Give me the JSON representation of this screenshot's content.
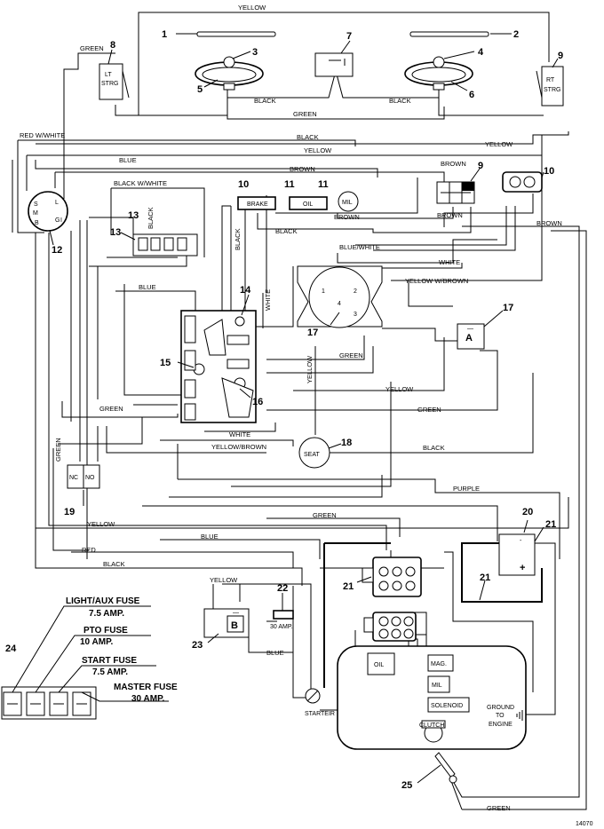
{
  "wire_labels": {
    "yellow_top": "YELLOW",
    "green_left": "GREEN",
    "black_left": "BLACK",
    "black_right": "BLACK",
    "green_mid": "GREEN",
    "red_white": "RED W/WHITE",
    "black_2": "BLACK",
    "yellow_2": "YELLOW",
    "yellow_3": "YELLOW",
    "blue_1": "BLUE",
    "brown_1": "BROWN",
    "brown_2": "BROWN",
    "brown_3": "BROWN",
    "brown_4": "BROWN",
    "brown_5": "BROWN",
    "black_white": "BLACK W/WHITE",
    "black_v1": "BLACK",
    "black_v2": "BLACK",
    "black_3": "BLACK",
    "blue_white": "BLUE/WHITE",
    "white_1": "WHITE",
    "yellow_brown": "YELLOW W/BROWN",
    "blue_2": "BLUE",
    "white_v": "WHITE",
    "green_3": "GREEN",
    "yellow_v": "YELLOW",
    "yellow_4": "YELLOW",
    "green_4": "GREEN",
    "green_5": "GREEN",
    "white_2": "WHITE",
    "yellow_brown_2": "YELLOW/BROWN",
    "black_4": "BLACK",
    "green_v2": "GREEN",
    "purple": "PURPLE",
    "green_6": "GREEN",
    "yellow_5": "YELLOW",
    "blue_3": "BLUE",
    "red": "RED",
    "black_5": "BLACK",
    "yellow_6": "YELLOW",
    "blue_4": "BLUE",
    "green_bottom": "GREEN"
  },
  "component_labels": {
    "lt_strg_1": "LT",
    "lt_strg_2": "STRG",
    "rt_strg_1": "RT",
    "rt_strg_2": "STRG",
    "brake": "BRAKE",
    "oil_switch": "OIL",
    "mil_lamp": "MIL",
    "seat": "SEAT",
    "nc": "NC",
    "no": "NO",
    "relay_a": "A",
    "relay_b": "B",
    "fuse_30": "30 AMP.",
    "oil_engine": "OIL",
    "mag": "MAG.",
    "mil_engine": "MIL",
    "solenoid": "SOLENOID",
    "starter": "STARTEIR",
    "ground_1": "GROUND",
    "ground_2": "TO",
    "ground_3": "ENGINE",
    "clutch": "CLUTCH",
    "key_s": "S",
    "key_l": "L",
    "key_m": "M",
    "key_b": "B",
    "key_g": "G",
    "key_i": "I",
    "relay_a_minus": "—",
    "relay_b_minus": "—",
    "battery_plus": "+",
    "battery_minus": "-"
  },
  "callouts": [
    "1",
    "2",
    "3",
    "4",
    "5",
    "6",
    "7",
    "8",
    "9",
    "9",
    "10",
    "10",
    "11",
    "11",
    "12",
    "13",
    "13",
    "14",
    "15",
    "16",
    "17",
    "17",
    "18",
    "19",
    "20",
    "21",
    "21",
    "21",
    "22",
    "23",
    "24",
    "25"
  ],
  "fuse_legend": {
    "light_aux": "LIGHT/AUX FUSE",
    "light_aux_amp": "7.5 AMP.",
    "pto": "PTO FUSE",
    "pto_amp": "10 AMP.",
    "start": "START FUSE",
    "start_amp": "7.5 AMP.",
    "master": "MASTER FUSE",
    "master_amp": "30 AMP."
  },
  "drawing_number": "14070"
}
